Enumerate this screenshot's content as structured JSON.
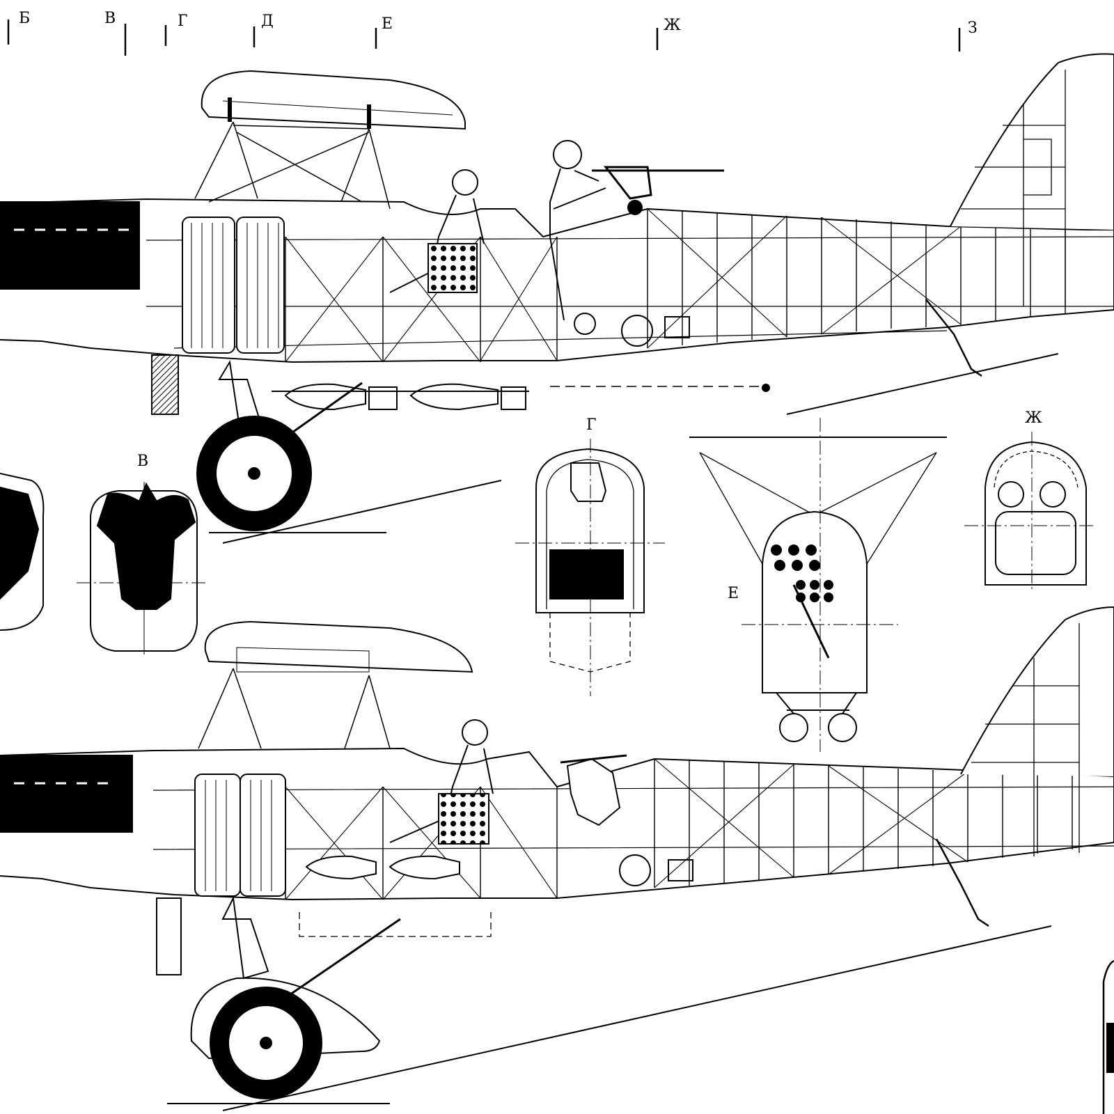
{
  "diagram": {
    "station_labels": [
      "Б",
      "В",
      "Г",
      "Д",
      "Е",
      "Ж",
      "З"
    ],
    "section_labels": {
      "v": "В",
      "g": "Г",
      "e": "Е",
      "zh": "Ж"
    },
    "colors": {
      "ink": "#000000",
      "paper": "#ffffff"
    }
  }
}
